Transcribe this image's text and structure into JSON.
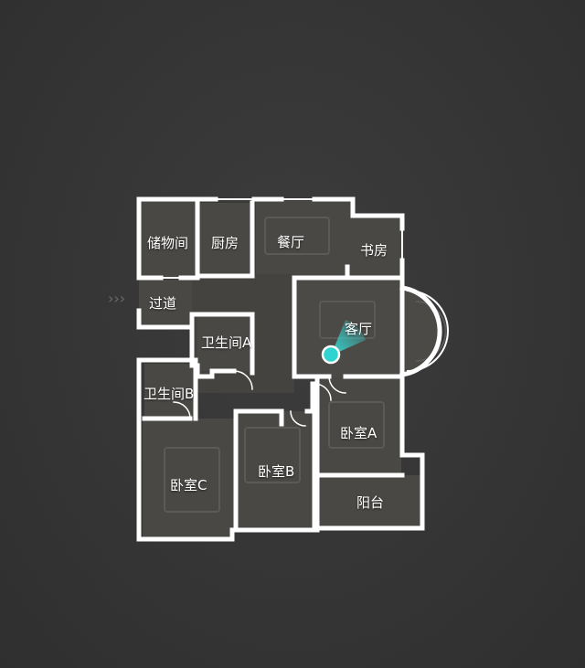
{
  "floorplan": {
    "rooms": [
      {
        "id": "storage",
        "label": "储物间"
      },
      {
        "id": "kitchen",
        "label": "厨房"
      },
      {
        "id": "dining",
        "label": "餐厅"
      },
      {
        "id": "study",
        "label": "书房"
      },
      {
        "id": "corridor",
        "label": "过道"
      },
      {
        "id": "living",
        "label": "客厅"
      },
      {
        "id": "bath-a",
        "label": "卫生间A"
      },
      {
        "id": "bath-b",
        "label": "卫生间B"
      },
      {
        "id": "bedroom-a",
        "label": "卧室A"
      },
      {
        "id": "bedroom-b",
        "label": "卧室B"
      },
      {
        "id": "bedroom-c",
        "label": "卧室C"
      },
      {
        "id": "balcony",
        "label": "阳台"
      }
    ],
    "entrance_arrow": "›››",
    "viewpoint": {
      "room": "living",
      "color": "#33d6d6"
    }
  },
  "colors": {
    "wall": "#ffffff",
    "floor": "#4a4845",
    "viewpoint": "#2fd3d0"
  }
}
